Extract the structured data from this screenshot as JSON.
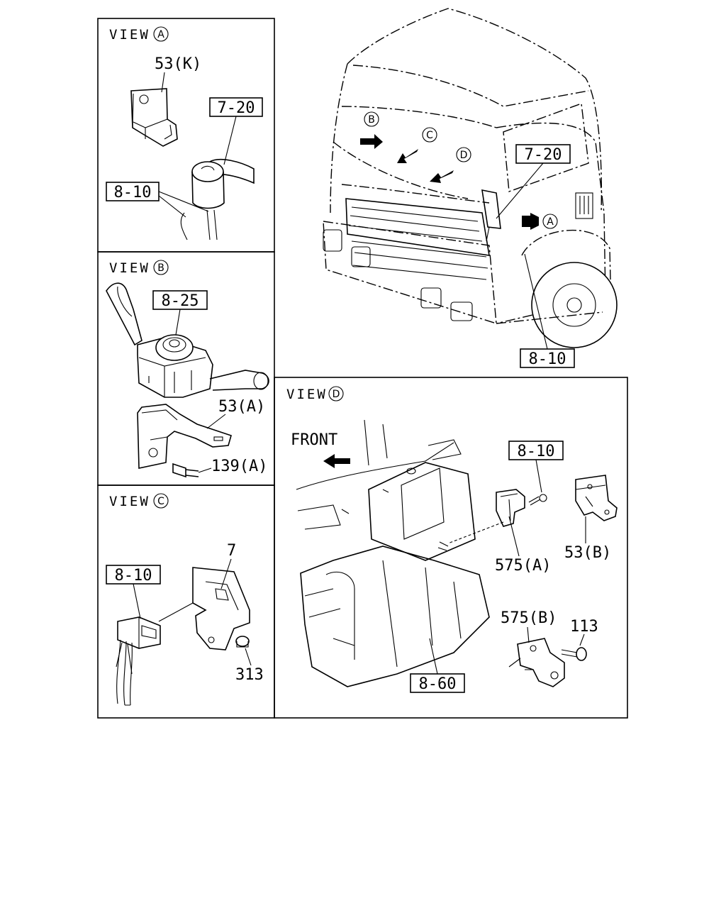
{
  "views": {
    "a": {
      "title": "VIEW",
      "letter": "A"
    },
    "b": {
      "title": "VIEW",
      "letter": "B"
    },
    "c": {
      "title": "VIEW",
      "letter": "C"
    },
    "d": {
      "title": "VIEW",
      "letter": "D"
    }
  },
  "view_a": {
    "p53k": "53(K)",
    "ref_7_20": "7-20",
    "ref_8_10": "8-10"
  },
  "view_b": {
    "ref_8_25": "8-25",
    "p53a": "53(A)",
    "p139a": "139(A)"
  },
  "view_c": {
    "p7": "7",
    "ref_8_10": "8-10",
    "p313": "313"
  },
  "truck": {
    "ref_7_20": "7-20",
    "ref_8_10": "8-10",
    "arrows": [
      "B",
      "C",
      "D",
      "A"
    ]
  },
  "view_d": {
    "front": "FRONT",
    "ref_8_10": "8-10",
    "p575a": "575(A)",
    "p53b": "53(B)",
    "p575b": "575(B)",
    "p113": "113",
    "ref_8_60": "8-60"
  }
}
